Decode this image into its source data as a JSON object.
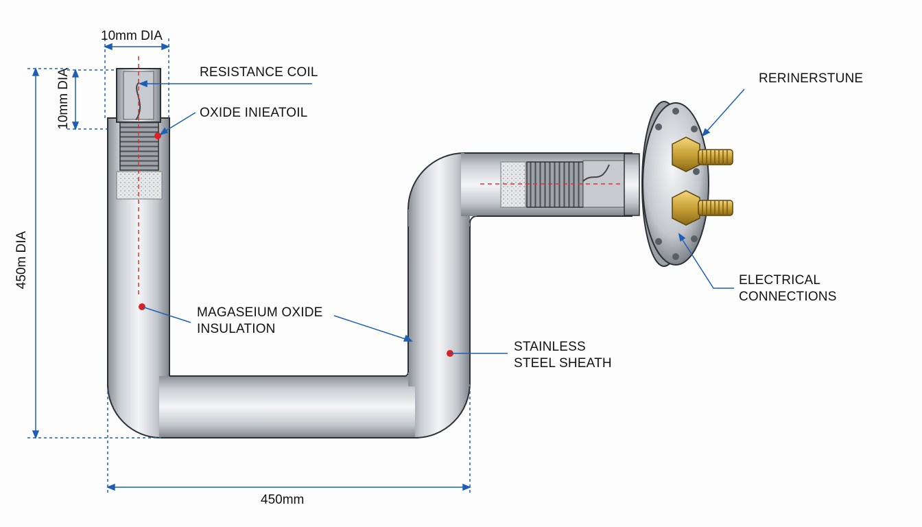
{
  "labels": {
    "resistance_coil": "RESISTANCE COIL",
    "oxide_insulation": "OXIDE INIEATOIL",
    "magnesium_line1": "MAGASEIUM OXIDE",
    "magnesium_line2": "INSULATION",
    "sheath_line1": "STAINLESS",
    "sheath_line2": "STEEL SHEATH",
    "terminal_flange": "RERINERSTUNE",
    "electrical_line1": "ELECTRICAL",
    "electrical_line2": "CONNECTIONS"
  },
  "dimensions": {
    "top_dia": "10mm DIA",
    "side_dia": "10mm DIA",
    "height": "450m DIA",
    "width": "450mm"
  },
  "colors": {
    "dimension_line": "#1c5fb5",
    "centerline": "#e03030",
    "callout_line": "#1c5fb5",
    "steel_dark": "#8b9096",
    "steel_light": "#f2f3f5",
    "brass": "#c9a136"
  }
}
